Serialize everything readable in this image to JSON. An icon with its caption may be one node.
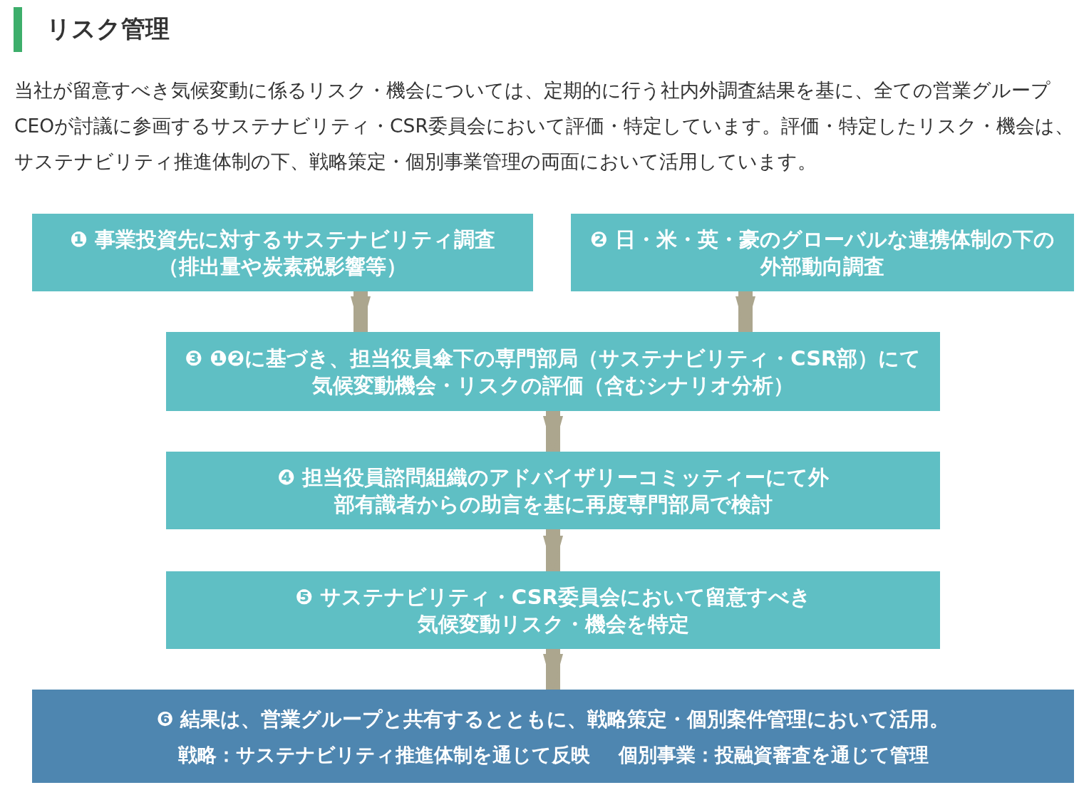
{
  "diagram": {
    "title": "リスク管理",
    "nodes": [
      {
        "text": [
          "❶ 事業投資先に対するサステナビリティ調査（排出量や炭素税影響等）"
        ]
      },
      {
        "text": [
          "❷ 日・米・英・豪のグローバルな連携体制の下の外部動向調査"
        ]
      },
      {
        "text": [
          "❸ ❶❷に基づき、担当役員傘下の専門部局（サステナビリティ・CSR部）にて気候変動機会・リスクの評価（含むシナリオ分析）"
        ]
      },
      {
        "text": [
          "❹ 担当役員諮問組織のアドバイザリーコミッティーにて外部有識者からの助言を基に再度専門部局で検討"
        ]
      },
      {
        "text": [
          "❺ サステナビリティ・CSR委員会において留意すべき気候変動リスク・機会を特定"
        ]
      },
      {
        "text": [
          "❻ 結果は、営業グループと共有するとともに、戦略策定・個別案件管理において活用。",
          "戦略：サステナビリティ推進体制を通じて反映",
          "個別事業：投融資審査を通じて管理"
        ]
      }
    ],
    "edges": [
      {
        "from": 0,
        "to": 2,
        "arrow": "to"
      },
      {
        "from": 1,
        "to": 2,
        "arrow": "to"
      },
      {
        "from": 2,
        "to": 3,
        "arrow": "to"
      },
      {
        "from": 3,
        "to": 4,
        "arrow": "to"
      },
      {
        "from": 4,
        "to": 5,
        "arrow": "to"
      }
    ],
    "labels": [
      "当社が留意すべき気候変動に係るリスク・機会については、定期的に行う社内外調査結果を基に、全ての営業グループCEOが討議に参画するサステナビリティ・CSR委員会において評価・特定しています。評価・特定したリスク・機会は、サステナビリティ推進体制の下、戦略策定・個別事業管理の両面において活用しています。"
    ]
  }
}
